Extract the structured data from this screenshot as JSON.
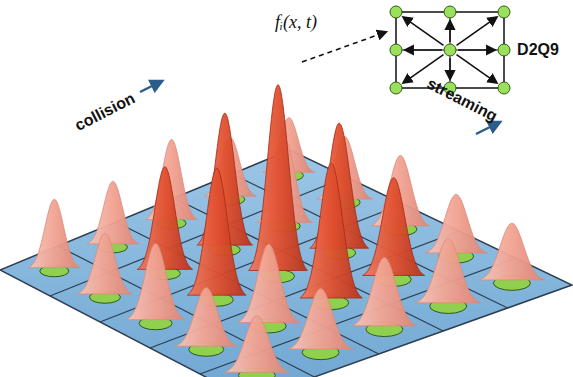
{
  "diagram": {
    "labels": [
      "fᵢ(x, t)",
      "collision",
      "streaming",
      "D2Q9"
    ]
  }
}
